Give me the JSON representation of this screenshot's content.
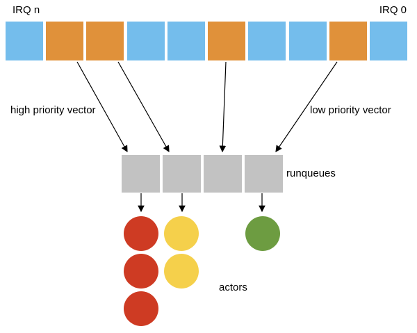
{
  "irq": {
    "label_left": "IRQ n",
    "label_right": "IRQ 0",
    "cells": [
      "idle",
      "pending",
      "pending",
      "idle",
      "idle",
      "pending",
      "idle",
      "idle",
      "pending",
      "idle"
    ]
  },
  "vectors": {
    "high_label": "high priority vector",
    "low_label": "low priority vector"
  },
  "runqueues": {
    "count": 4,
    "label": "runqueues"
  },
  "actors": {
    "label": "actors",
    "columns": [
      [
        "red",
        "red",
        "red"
      ],
      [
        "yellow",
        "yellow"
      ],
      [
        "green"
      ]
    ]
  },
  "colors": {
    "background": "#ffffff",
    "text": "#000000",
    "arrow": "#000000",
    "irq_idle": "#74bdec",
    "irq_pending": "#e0913a",
    "runqueue": "#c2c2c2",
    "actor_red": "#ce3b23",
    "actor_yellow": "#f5d04b",
    "actor_green": "#6d9c41"
  }
}
